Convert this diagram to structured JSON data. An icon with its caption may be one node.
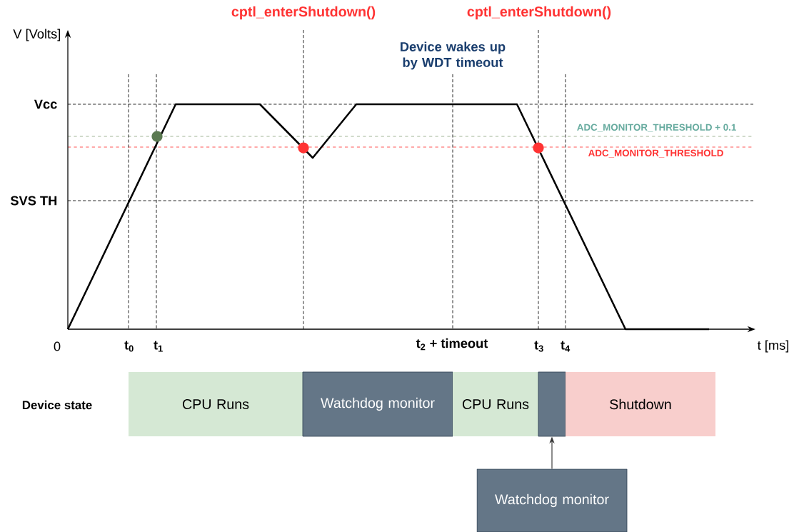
{
  "diagram": {
    "nodes": [
      {
        "text": [
          "CPU Runs"
        ]
      },
      {
        "text": [
          "Watchdog monitor"
        ]
      },
      {
        "text": [
          "CPU Runs"
        ]
      },
      {
        "text": [],
        "shape": "box"
      },
      {
        "text": [
          "Shutdown"
        ]
      },
      {
        "text": [
          "Watchdog monitor"
        ]
      }
    ],
    "edges": [
      {
        "from": 5,
        "to": 3,
        "arrow": "to"
      }
    ],
    "labels": [
      "cptl_enterShutdown()",
      "cptl_enterShutdown()",
      "V [Volts]",
      "Device wakes up by WDT timeout",
      "Vcc",
      "ADC_MONITOR_THRESHOLD + 0.1",
      "ADC_MONITOR_THRESHOLD",
      "SVS TH",
      "0",
      "t$_{0}$",
      "t$_{1}$",
      "t$_{2}$ + timeout",
      "t$_{3}$",
      "t$_{4}$",
      "t [ms]",
      "Device state"
    ]
  }
}
